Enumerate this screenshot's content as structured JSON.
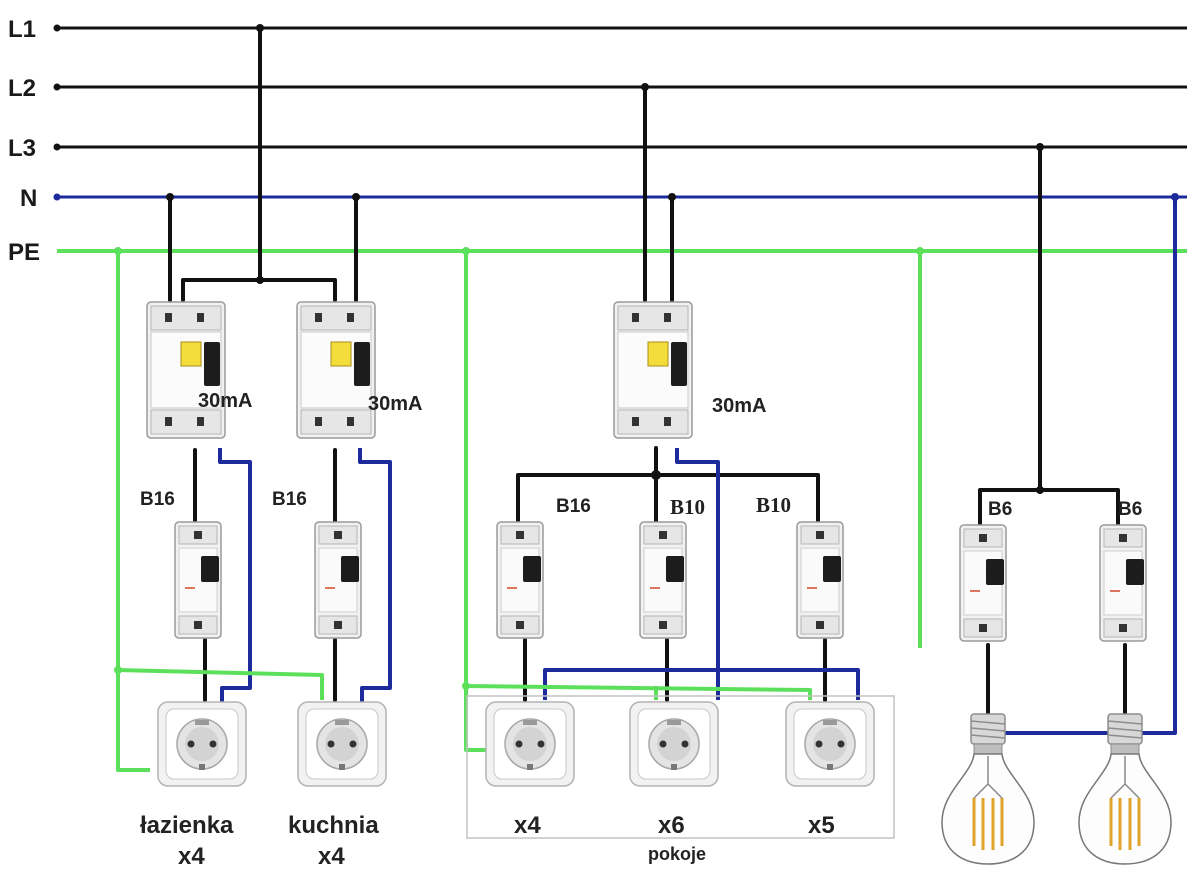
{
  "buses": {
    "l1": "L1",
    "l2": "L2",
    "l3": "L3",
    "n": "N",
    "pe": "PE"
  },
  "rcd": {
    "rating_1": "30mA",
    "rating_2": "30mA",
    "rating_3": "30mA"
  },
  "mcb": {
    "m1": "B16",
    "m2": "B16",
    "m3": "B16",
    "m4": "B10",
    "m5": "B10",
    "m6": "B6",
    "m7": "B6"
  },
  "circuits": {
    "bathroom_name": "łazienka",
    "bathroom_count": "x4",
    "kitchen_name": "kuchnia",
    "kitchen_count": "x4",
    "room_count_1": "x4",
    "room_count_2": "x6",
    "room_count_3": "x5",
    "rooms_name": "pokoje"
  },
  "colors": {
    "phase": "#111111",
    "neutral": "#1d2a9c",
    "protective_earth": "#5ce05c"
  }
}
